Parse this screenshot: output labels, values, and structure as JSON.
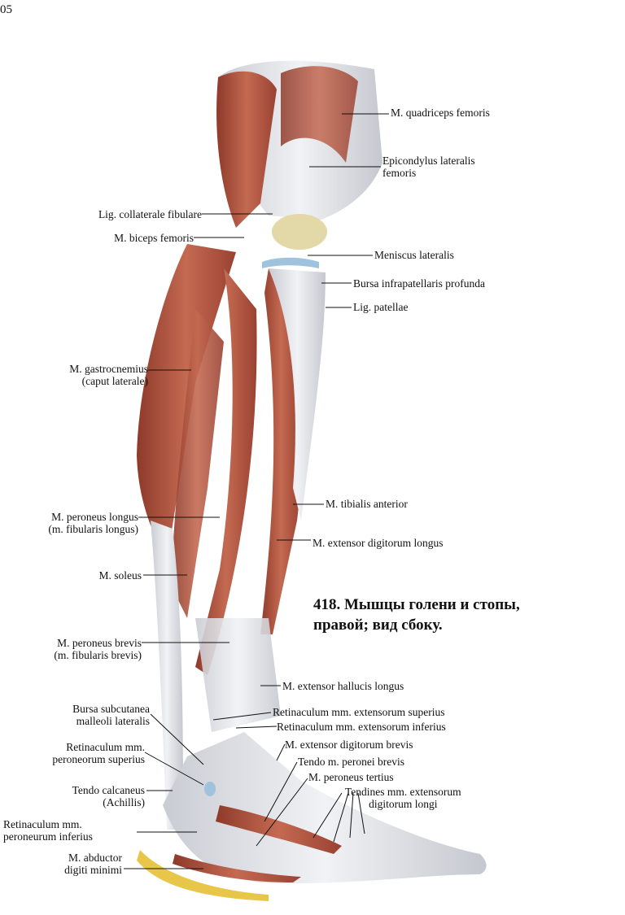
{
  "page_number": "05",
  "caption": {
    "line1": "418. Мышцы голени и стопы,",
    "line2": "правой; вид сбоку."
  },
  "labels": {
    "quadriceps": [
      "M. quadriceps femoris"
    ],
    "epicondylus": [
      "Epicondylus lateralis",
      "femoris"
    ],
    "lig_coll": [
      "Lig. collaterale fibulare"
    ],
    "biceps": [
      "M. biceps femoris"
    ],
    "meniscus": [
      "Meniscus lateralis"
    ],
    "bursa_infra": [
      "Bursa infrapatellaris profunda"
    ],
    "lig_patellae": [
      "Lig. patellae"
    ],
    "gastrocnemius": [
      "M. gastrocnemius",
      "(caput laterale)"
    ],
    "tibialis": [
      "M. tibialis anterior"
    ],
    "peroneus_longus": [
      "M. peroneus longus",
      "(m. fibularis longus)"
    ],
    "ext_dig_longus": [
      "M. extensor digitorum longus"
    ],
    "soleus": [
      "M. soleus"
    ],
    "peroneus_brevis": [
      "M. peroneus brevis",
      "(m. fibularis brevis)"
    ],
    "ext_hall": [
      "M. extensor hallucis longus"
    ],
    "bursa_subcut": [
      "Bursa subcutanea",
      "malleoli lateralis"
    ],
    "ret_sup": [
      "Retinaculum mm. extensorum superius"
    ],
    "ret_inf": [
      "Retinaculum mm. extensorum inferius"
    ],
    "ext_dig_brevis": [
      "M. extensor digitorum brevis"
    ],
    "ret_peron_sup": [
      "Retinaculum mm.",
      "peroneorum superius"
    ],
    "tendo_peron": [
      "Tendo m. peronei brevis"
    ],
    "peroneus_tertius": [
      "M. peroneus tertius"
    ],
    "tendo_calc": [
      "Tendo calcaneus",
      "(Achillis)"
    ],
    "tendines": [
      "Tendines mm. extensorum",
      "digitorum longi"
    ],
    "ret_peron_inf": [
      "Retinaculum mm.",
      "peroneurum inferius"
    ],
    "abductor": [
      "M. abductor",
      "digiti minimi"
    ]
  },
  "colors": {
    "muscle": "#b5543e",
    "muscle_dark": "#8e3a2a",
    "tendon": "#e4e6ea",
    "bone": "#e3d8a8",
    "fat": "#e8c64a",
    "meniscus": "#9fc3dc"
  }
}
